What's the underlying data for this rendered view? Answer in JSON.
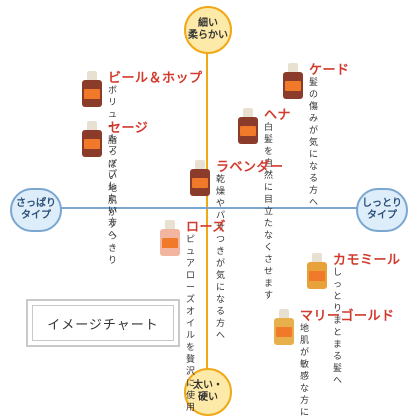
{
  "chart_data": {
    "type": "scatter",
    "title": "イメージチャート",
    "axes": {
      "top": "細い\n柔らかい",
      "bottom": "太い・\n硬い",
      "left": "さっぱり\nタイプ",
      "right": "しっとり\nタイプ"
    },
    "xlim": [
      -1,
      1
    ],
    "ylim": [
      -1,
      1
    ],
    "points": [
      {
        "name": "ビール＆ホップ",
        "desc": "ボリュームアップ\nしたい方へ",
        "x": -0.62,
        "y": 0.72,
        "bottle_color": "#8a3b2a"
      },
      {
        "name": "セージ",
        "desc": "脂っぽい\n地肌がすっきり",
        "x": -0.62,
        "y": 0.42,
        "bottle_color": "#8a3b2a"
      },
      {
        "name": "ケード",
        "desc": "髪の傷みが\n気になる方へ",
        "x": 0.72,
        "y": 0.77,
        "bottle_color": "#8a3b2a"
      },
      {
        "name": "ヘナ",
        "desc": "白髪を自然に\n目立たなくさせます",
        "x": 0.42,
        "y": 0.5,
        "bottle_color": "#8a3b2a"
      },
      {
        "name": "ラベンダー",
        "desc": "乾燥やパサつきが\n気になる方へ",
        "x": 0.1,
        "y": 0.18,
        "bottle_color": "#8a3b2a"
      },
      {
        "name": "ローズ",
        "desc": "ピュアローズオイルを\n贅沢に使用",
        "x": -0.1,
        "y": -0.18,
        "bottle_color": "#f2b5a0"
      },
      {
        "name": "カモミール",
        "desc": "しっとり\nまとまる髪へ",
        "x": 0.88,
        "y": -0.38,
        "bottle_color": "#e8a23a"
      },
      {
        "name": "マリーゴールド",
        "desc": "地肌が敏感な方に",
        "x": 0.66,
        "y": -0.72,
        "bottle_color": "#e8b04a"
      }
    ]
  }
}
